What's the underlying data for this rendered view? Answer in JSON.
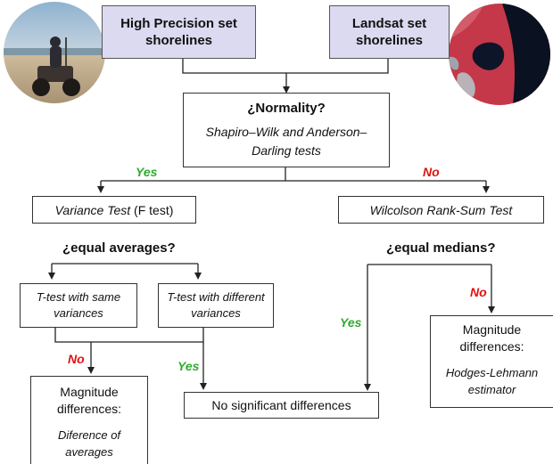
{
  "sources": {
    "high_precision": "High Precision set shorelines",
    "landsat": "Landsat set shorelines"
  },
  "normality": {
    "title": "¿Normality?",
    "tests": "Shapiro–Wilk  and Anderson–Darling tests"
  },
  "branch_labels": {
    "yes": "Yes",
    "no": "No"
  },
  "variance_test": {
    "italic": "Variance Test",
    "rest": " (F test)"
  },
  "wilcoxon_test": "Wilcolson Rank-Sum Test",
  "equal_averages": "¿equal averages?",
  "equal_medians": "¿equal medians?",
  "ttest_same": "T-test with same variances",
  "ttest_different": "T-test with different variances",
  "no_significant": "No significant differences",
  "magnitude_left": {
    "title": "Magnitude differences:",
    "method": "Diference of averages"
  },
  "magnitude_right": {
    "title": "Magnitude differences:",
    "method": "Hodges-Lehmann estimator"
  }
}
